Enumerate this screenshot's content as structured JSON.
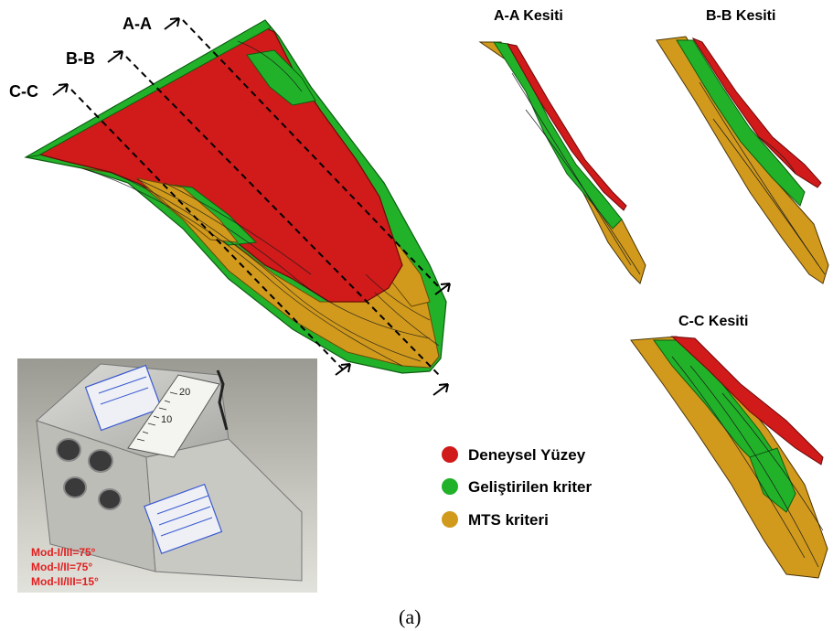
{
  "colors": {
    "experimental": "#d11a1a",
    "developed": "#22b22a",
    "mts": "#d19a1c",
    "steel": "#b8b8b8"
  },
  "section_lines": [
    {
      "label": "A-A"
    },
    {
      "label": "B-B"
    },
    {
      "label": "C-C"
    }
  ],
  "section_titles": {
    "aa": "A-A Kesiti",
    "bb": "B-B Kesiti",
    "cc": "C-C Kesiti"
  },
  "legend": [
    {
      "label": "Deneysel Yüzey",
      "color": "#d11a1a"
    },
    {
      "label": "Geliştirilen kriter",
      "color": "#22b22a"
    },
    {
      "label": "MTS kriteri",
      "color": "#d19a1c"
    }
  ],
  "photo": {
    "mode_labels": [
      "Mod-I/III=75°",
      "Mod-I/II=75°",
      "Mod-II/III=15°"
    ],
    "scale_numbers": [
      "20",
      "10"
    ],
    "mode_color": "#e02020"
  },
  "caption": "(a)"
}
